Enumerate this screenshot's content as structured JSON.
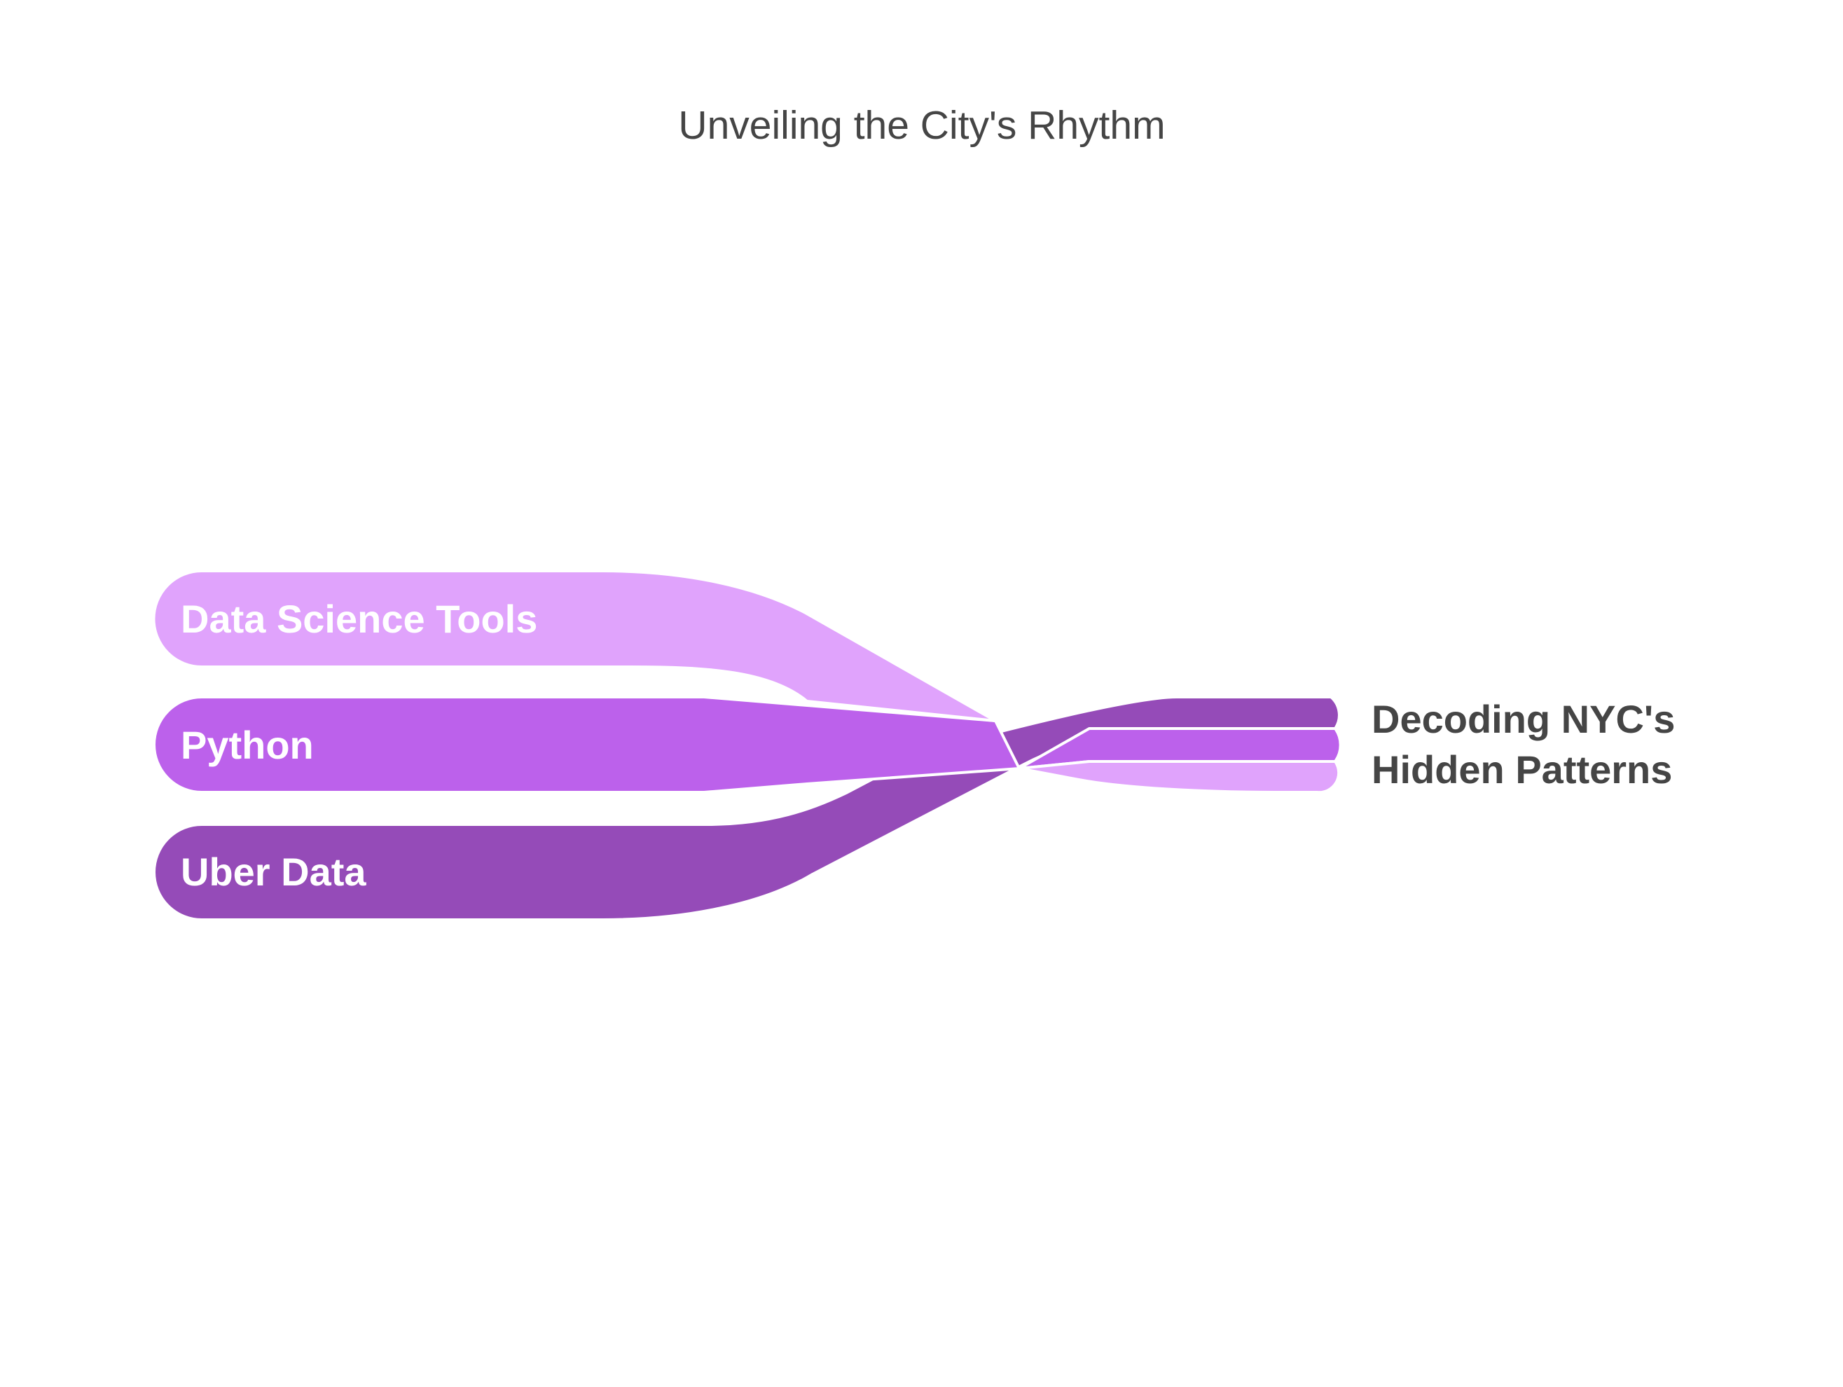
{
  "title": "Unveiling the City's Rhythm",
  "inputs": [
    {
      "label": "Data Science Tools",
      "color": "#E0A3FC"
    },
    {
      "label": "Python",
      "color": "#BC61EB"
    },
    {
      "label": "Uber Data",
      "color": "#954BB8"
    }
  ],
  "output": {
    "lines": [
      "Decoding NYC's",
      "Hidden Patterns"
    ]
  },
  "separator_color": "#ffffff"
}
